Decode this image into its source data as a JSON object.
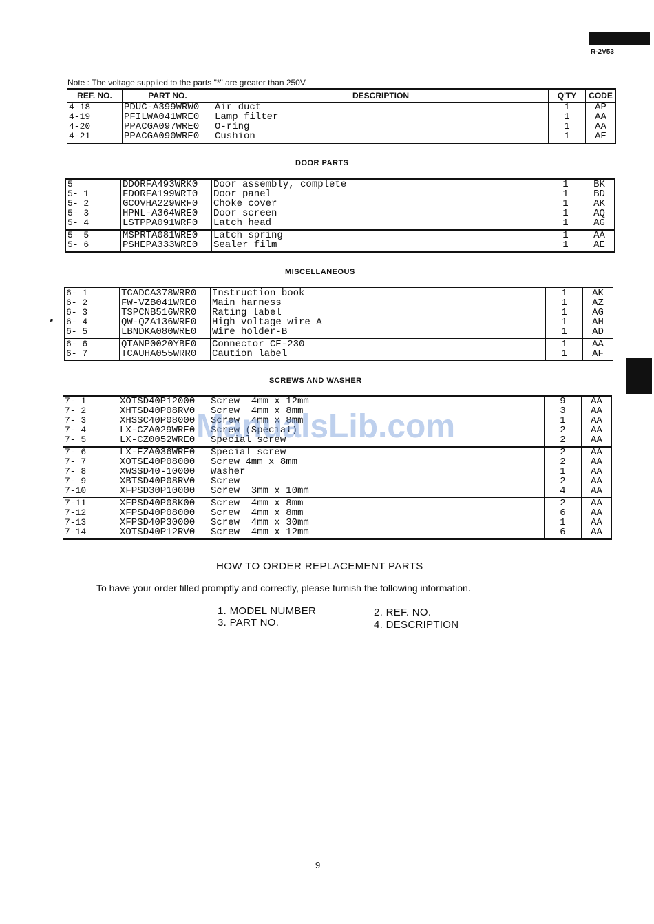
{
  "header": {
    "model": "R-2V53"
  },
  "note": "Note :   The voltage supplied to the parts \"*\" are greater than 250V.",
  "columns": {
    "ref": "REF. NO.",
    "part": "PART NO.",
    "desc": "DESCRIPTION",
    "qty": "Q'TY",
    "code": "CODE"
  },
  "table1": {
    "groups": [
      {
        "ref": [
          "4-18",
          "4-19",
          "4-20",
          "4-21"
        ],
        "part": [
          "PDUC-A399WRW0",
          "PFILWA041WRE0",
          "PPACGA097WRE0",
          "PPACGA090WRE0"
        ],
        "desc": [
          "Air duct",
          "Lamp filter",
          "O-ring",
          "Cushion"
        ],
        "qty": [
          "1",
          "1",
          "1",
          "1"
        ],
        "code": [
          "AP",
          "AA",
          "AA",
          "AE"
        ]
      }
    ]
  },
  "sections": {
    "door": "DOOR PARTS",
    "misc": "MISCELLANEOUS",
    "screws": "SCREWS AND WASHER"
  },
  "table2": {
    "groups": [
      {
        "ref": [
          "5",
          "5- 1",
          "5- 2",
          "5- 3",
          "5- 4"
        ],
        "part": [
          "DDORFA493WRK0",
          "FDORFA199WRT0",
          "GCOVHA229WRF0",
          "HPNL-A364WRE0",
          "LSTPPA091WRF0"
        ],
        "desc": [
          "Door assembly, complete",
          "Door panel",
          "Choke cover",
          "Door screen",
          "Latch head"
        ],
        "qty": [
          "1",
          "1",
          "1",
          "1",
          "1"
        ],
        "code": [
          "BK",
          "BD",
          "AK",
          "AQ",
          "AG"
        ]
      },
      {
        "ref": [
          "5- 5",
          "5- 6"
        ],
        "part": [
          "MSPRTA081WRE0",
          "PSHEPA333WRE0"
        ],
        "desc": [
          "Latch spring",
          "Sealer film"
        ],
        "qty": [
          "1",
          "1"
        ],
        "code": [
          "AA",
          "AE"
        ]
      }
    ]
  },
  "table3": {
    "asterisk": "*",
    "groups": [
      {
        "ref": [
          "6- 1",
          "6- 2",
          "6- 3",
          "6- 4",
          "6- 5"
        ],
        "part": [
          "TCADCA378WRR0",
          "FW-VZB041WRE0",
          "TSPCNB516WRR0",
          "QW-QZA136WRE0",
          "LBNDKA080WRE0"
        ],
        "desc": [
          "Instruction book",
          "Main harness",
          "Rating label",
          "High voltage wire A",
          "Wire holder-B"
        ],
        "qty": [
          "1",
          "1",
          "1",
          "1",
          "1"
        ],
        "code": [
          "AK",
          "AZ",
          "AG",
          "AH",
          "AD"
        ]
      },
      {
        "ref": [
          "6- 6",
          "6- 7"
        ],
        "part": [
          "QTANP0020YBE0",
          "TCAUHA055WRR0"
        ],
        "desc": [
          "Connector CE-230",
          "Caution label"
        ],
        "qty": [
          "1",
          "1"
        ],
        "code": [
          "AA",
          "AF"
        ]
      }
    ]
  },
  "table4": {
    "groups": [
      {
        "ref": [
          "7- 1",
          "7- 2",
          "7- 3",
          "7- 4",
          "7- 5"
        ],
        "part": [
          "XOTSD40P12000",
          "XHTSD40P08RV0",
          "XHSSC40P08000",
          "LX-CZA029WRE0",
          "LX-CZ0052WRE0"
        ],
        "desc": [
          "Screw  4mm x 12mm",
          "Screw  4mm x 8mm",
          "Screw  4mm x 8mm",
          "Screw (Special)",
          "Special screw"
        ],
        "qty": [
          "9",
          "3",
          "1",
          "2",
          "2"
        ],
        "code": [
          "AA",
          "AA",
          "AA",
          "AA",
          "AA"
        ]
      },
      {
        "ref": [
          "7- 6",
          "7- 7",
          "7- 8",
          "7- 9",
          "7-10"
        ],
        "part": [
          "LX-EZA036WRE0",
          "XOTSE40P08000",
          "XWSSD40-10000",
          "XBTSD40P08RV0",
          "XFPSD30P10000"
        ],
        "desc": [
          "Special screw",
          "Screw 4mm x 8mm",
          "Washer",
          "Screw",
          "Screw  3mm x 10mm"
        ],
        "qty": [
          "2",
          "2",
          "1",
          "2",
          "4"
        ],
        "code": [
          "AA",
          "AA",
          "AA",
          "AA",
          "AA"
        ]
      },
      {
        "ref": [
          "7-11",
          "7-12",
          "7-13",
          "7-14"
        ],
        "part": [
          "XFPSD40P08K00",
          "XFPSD40P08000",
          "XFPSD40P30000",
          "XOTSD40P12RV0"
        ],
        "desc": [
          "Screw  4mm x 8mm",
          "Screw  4mm x 8mm",
          "Screw  4mm x 30mm",
          "Screw  4mm x 12mm"
        ],
        "qty": [
          "2",
          "6",
          "1",
          "6"
        ],
        "code": [
          "AA",
          "AA",
          "AA",
          "AA"
        ]
      }
    ]
  },
  "watermark": "ManualsLib.com",
  "how_to": {
    "title": "HOW TO ORDER REPLACEMENT PARTS",
    "text": "To have your order filled promptly and correctly, please furnish the following information.",
    "items": [
      "1. MODEL NUMBER",
      "2. REF. NO.",
      "3. PART NO.",
      "4. DESCRIPTION"
    ]
  },
  "page_number": "9"
}
